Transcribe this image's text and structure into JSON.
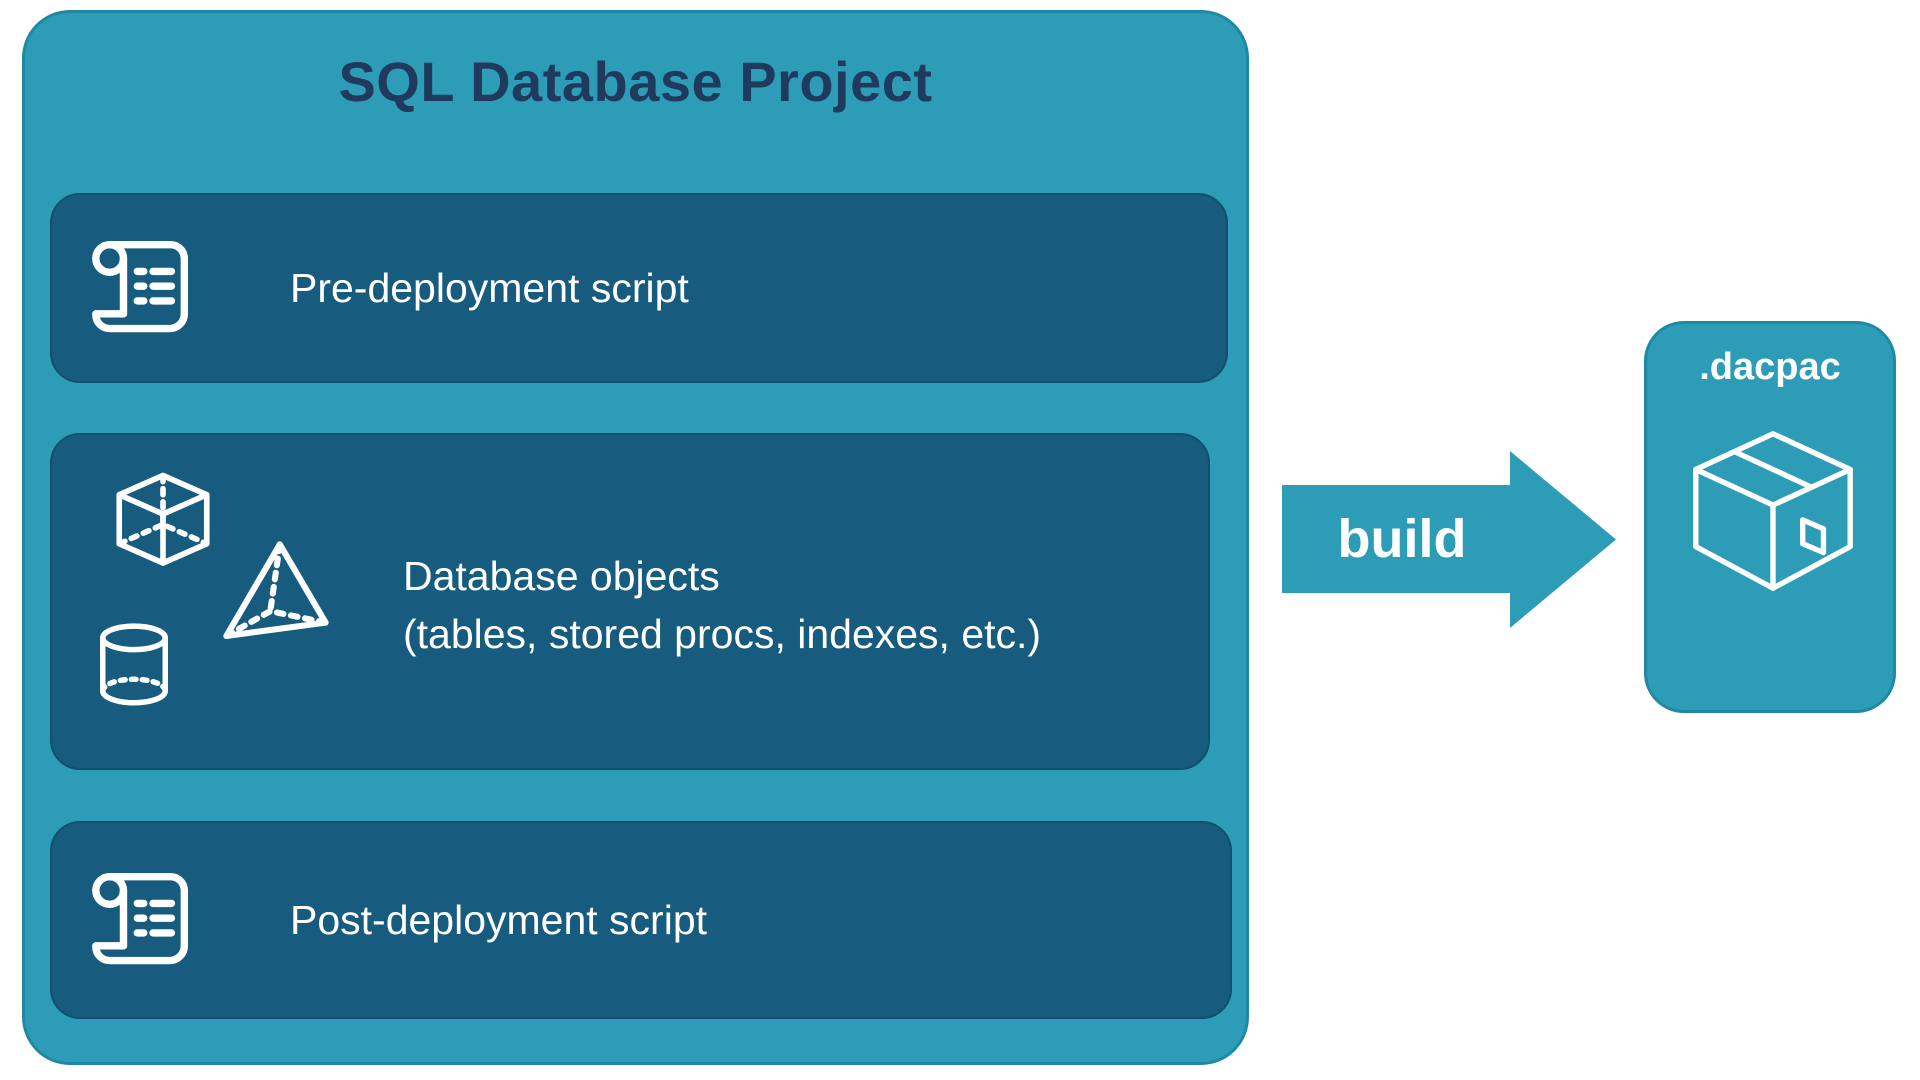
{
  "project": {
    "title": "SQL Database Project",
    "pre_label": "Pre-deployment script",
    "objects_line1": "Database objects",
    "objects_line2": "(tables, stored procs, indexes, etc.)",
    "post_label": "Post-deployment script"
  },
  "arrow": {
    "label": "build"
  },
  "output": {
    "label": ".dacpac"
  },
  "icons": {
    "script": "scroll-icon",
    "objects": [
      "cube-icon",
      "pyramid-icon",
      "cylinder-icon"
    ],
    "package": "package-icon"
  },
  "colors": {
    "teal": "#2D9DB7",
    "teal_border": "#1F89A3",
    "panel_dark": "#175C7E",
    "panel_border": "#124F6E",
    "title_navy": "#203A5E",
    "text_white": "#FFFFFF"
  }
}
